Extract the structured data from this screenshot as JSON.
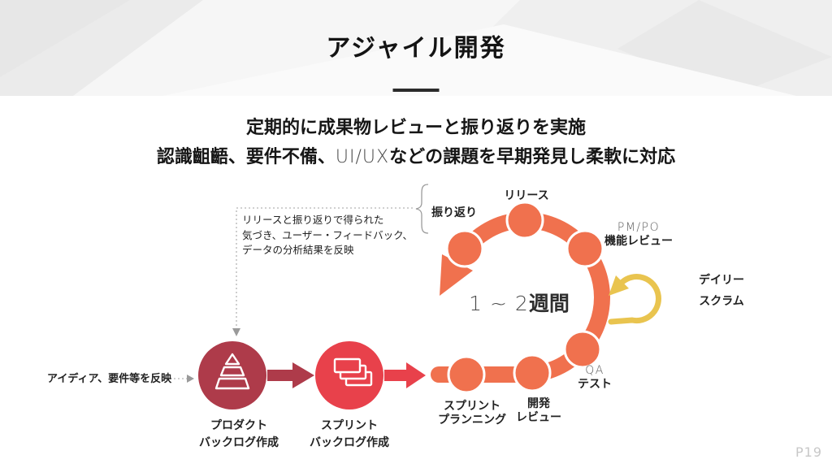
{
  "header": {
    "title": "アジャイル開発"
  },
  "intro": {
    "line1": "定期的に成果物レビューと振り返りを実施",
    "line2_pre": "認識齟齬、要件不備、",
    "line2_latin": "UI/UX",
    "line2_post": "などの課題を早期発見し柔軟に対応"
  },
  "cycle": {
    "center_num": "1 ~ 2",
    "center_unit": "週間",
    "retrospective_label": "振り返り",
    "nodes": {
      "release": "リリース",
      "pm_po": {
        "line1": "PM/PO",
        "line2": "機能レビュー"
      },
      "daily_scrum": {
        "line1": "デイリー",
        "line2": "スクラム"
      },
      "qa": {
        "line1": "QA",
        "line2": "テスト"
      },
      "dev_review": {
        "line1": "開発",
        "line2": "レビュー"
      },
      "sprint_planning": {
        "line1": "スプリント",
        "line2": "プランニング"
      }
    }
  },
  "flow": {
    "product_backlog": {
      "line1": "プロダクト",
      "line2": "バックログ作成"
    },
    "sprint_backlog": {
      "line1": "スプリント",
      "line2": "バックログ作成"
    }
  },
  "annotations": {
    "feedback_line1": "リリースと振り返りで得られた",
    "feedback_line2": "気づき、ユーザー・フィードバック、",
    "feedback_line3": "データの分析結果を反映",
    "idea": "アイディア、要件等を反映"
  },
  "footer": {
    "page": "P19"
  },
  "colors": {
    "cycle_orange": "#F0714E",
    "product_dark_red": "#AE3B4A",
    "sprint_red": "#E8414B",
    "daily_scrum_yellow": "#E9C44F",
    "title_text": "#141414",
    "footer_gray": "#C8C8C8"
  },
  "icons": {
    "product_backlog": "pyramid-icon",
    "sprint_backlog": "stacked-cards-icon",
    "daily_scrum": "loop-arrow-icon"
  }
}
